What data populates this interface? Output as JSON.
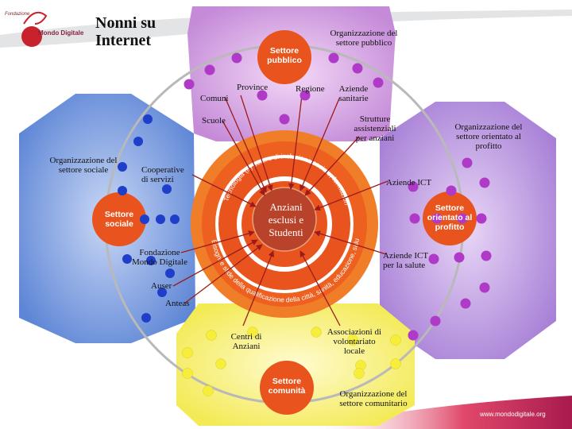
{
  "title": "Nonni su\nInternet",
  "logo": {
    "small_text": "Fondazione",
    "name": "Mondo Digitale"
  },
  "url": "www.mondodigitale.org",
  "center": "Anziani\nesclusi e\nStudenti",
  "ring_text": {
    "upper": "Tecnologia (a) potere di inclusione sociale, formazione, sviluppo del capitale umano, lavoro",
    "lower": "Bisogni e sfide della qualificazione della città, sanità, educazione, salute, sicurezza, ambiente, cultura, inclusione digitale, sviluppo, occupazione"
  },
  "sectors": {
    "pubblico": "Settore\npubblico",
    "sociale": "Settore\nsociale",
    "profitto": "Settore\norientato al\nprofitto",
    "comunita": "Settore\ncomunità"
  },
  "group_labels": {
    "pubblico": "Organizzazione del\nsettore pubblico",
    "sociale": "Organizzazione del\nsettore sociale",
    "profitto": "Organizzazione del\nsettore orientato al\nprofitto",
    "comunita": "Organizzazione del\nsettore comunitario"
  },
  "actors": {
    "province": "Province",
    "comuni": "Comuni",
    "regione": "Regione",
    "aziende_sanitarie": "Aziende\nsanitarie",
    "scuole": "Scuole",
    "strutture": "Strutture\nassistenziali\nper anziani",
    "cooperative": "Cooperative\ndi servizi",
    "aziende_ict": "Aziende ICT",
    "fondazione": "Fondazione\nMondo Digitale",
    "aziende_ict_salute": "Aziende ICT\nper la salute",
    "auser": "Auser",
    "anteas": "Anteas",
    "centri": "Centri di\nAnziani",
    "associazioni": "Associazioni di\nvolontariato\nlocale"
  },
  "colors": {
    "pubblico": "#d9a6e6",
    "sociale": "#6b8fd8",
    "profitto": "#b98fd9",
    "comunita": "#f5f07a",
    "core": "#e9541e",
    "node": "#b03ac8",
    "node_blue": "#1f3fc8"
  }
}
